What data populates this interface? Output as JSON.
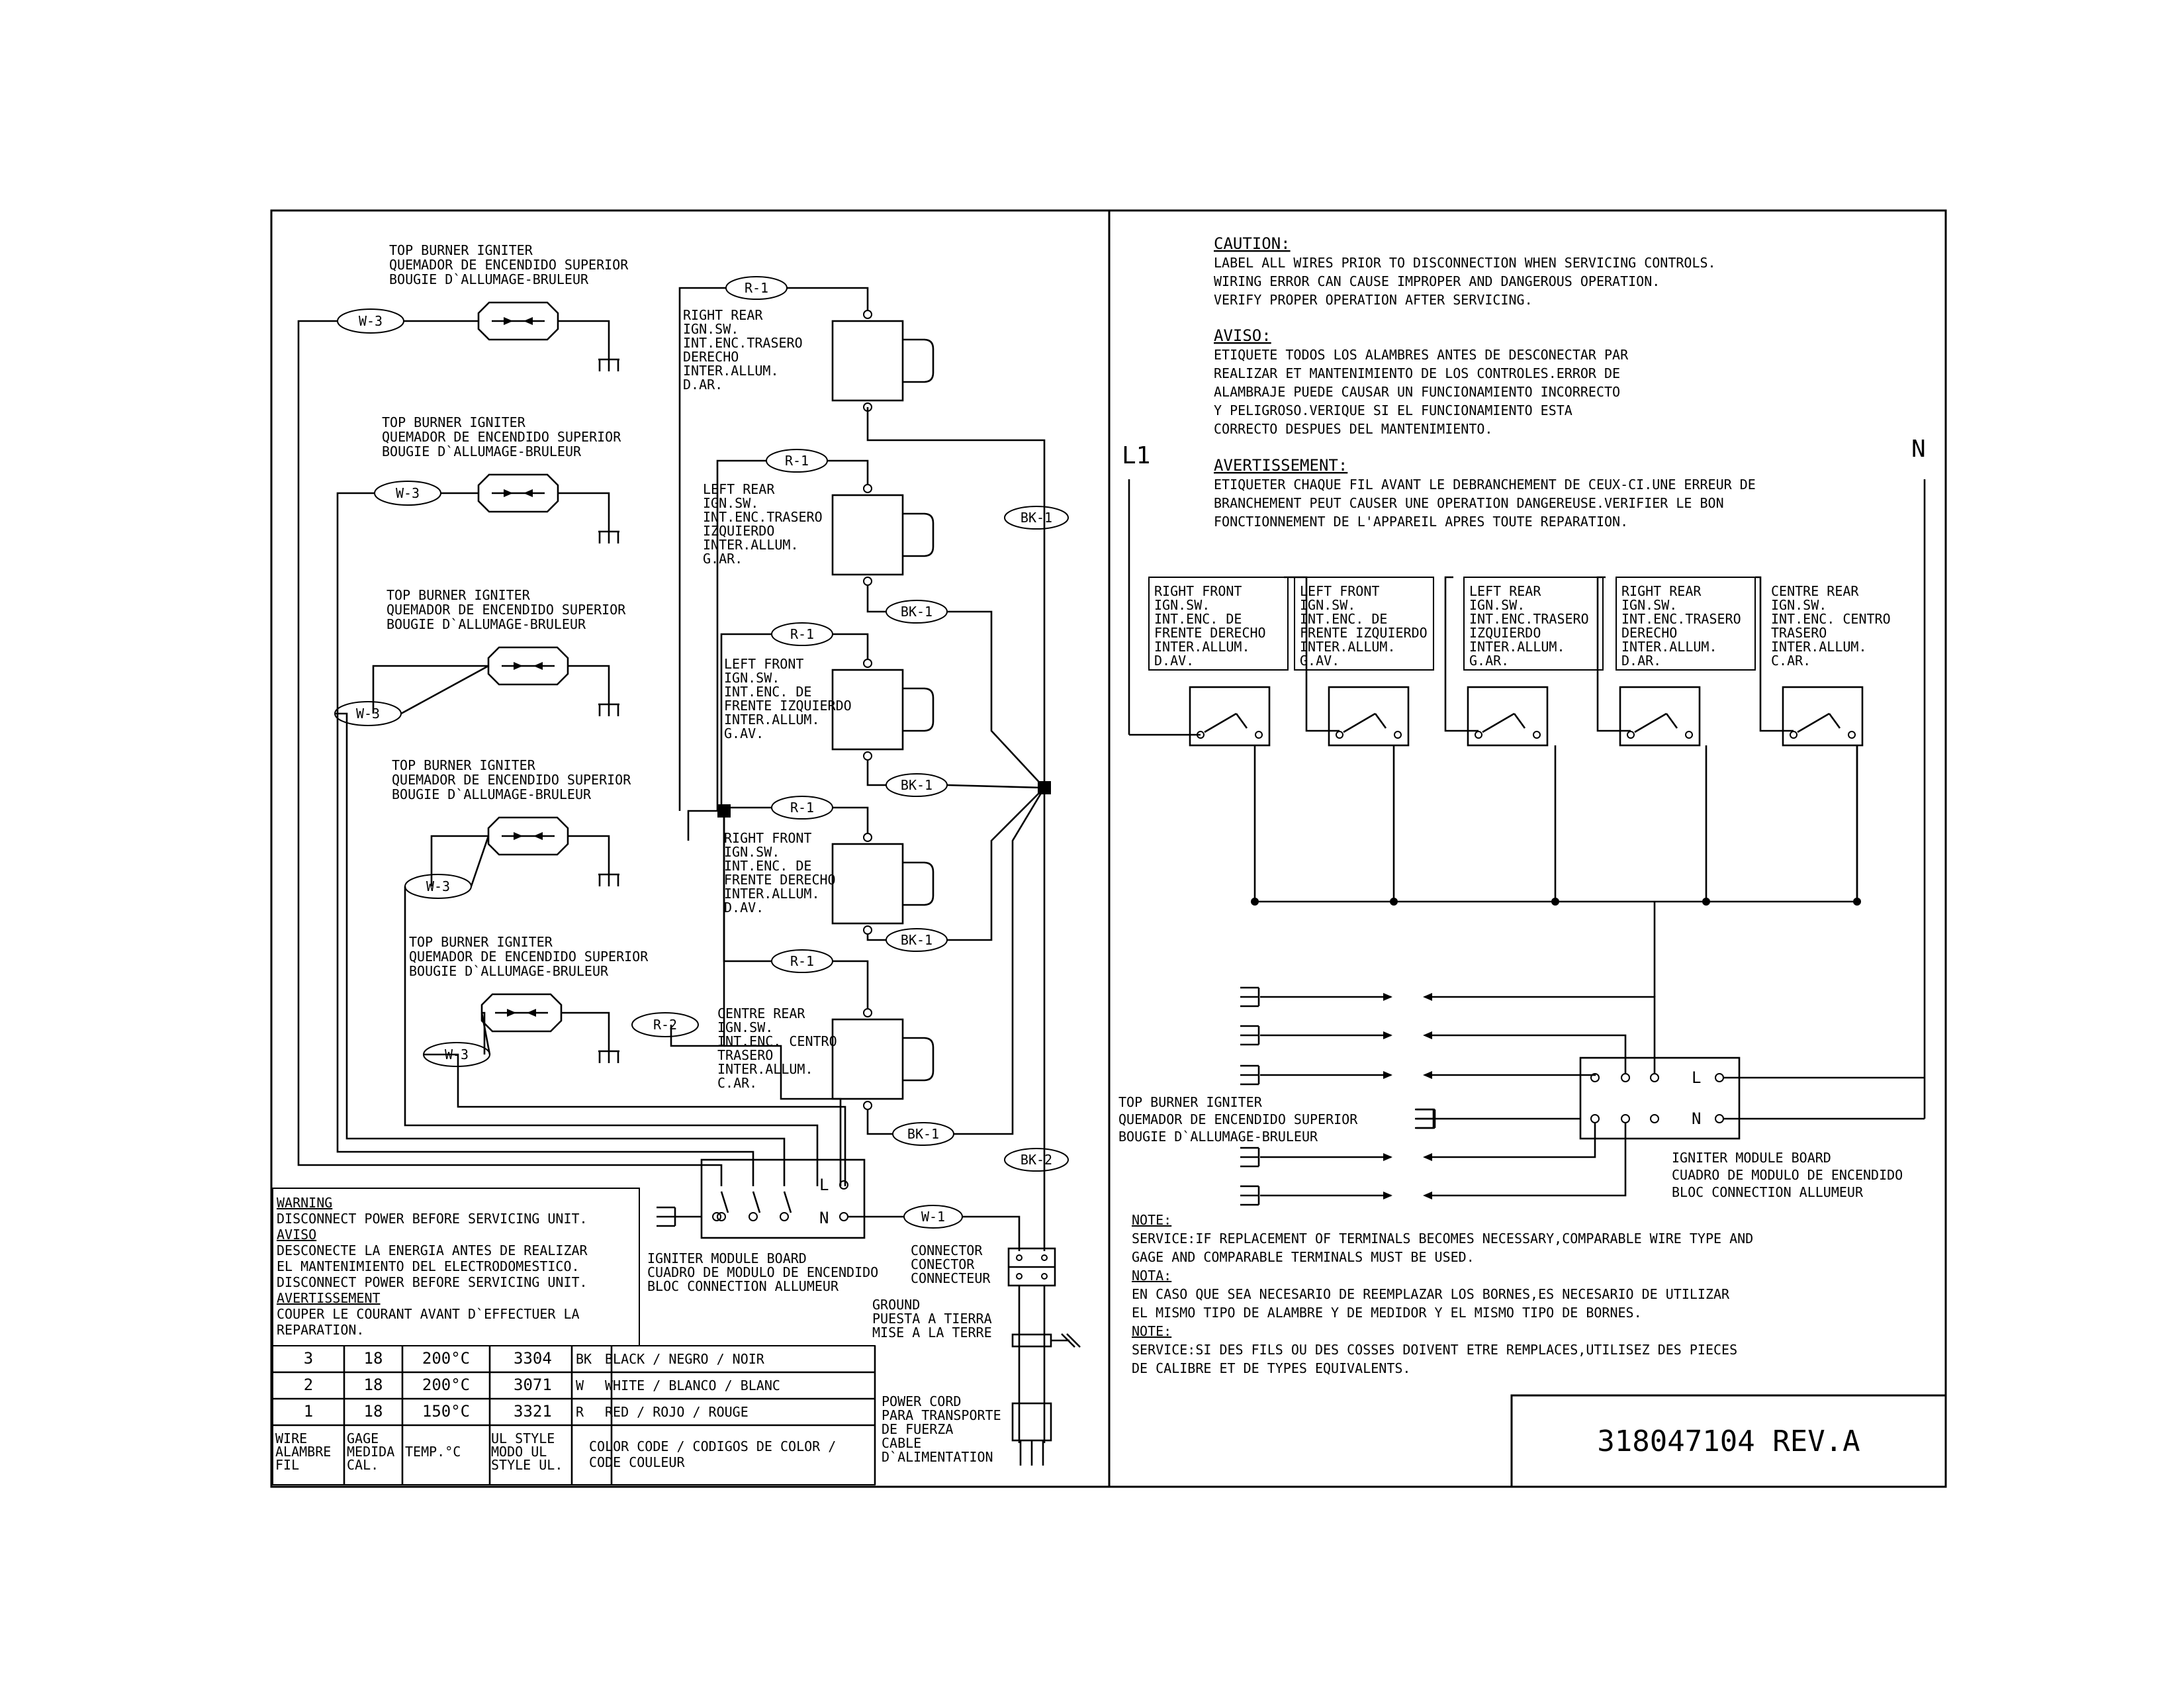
{
  "burners": [
    {
      "t1": "TOP BURNER IGNITER",
      "t2": "QUEMADOR DE ENCENDIDO SUPERIOR",
      "t3": "BOUGIE D`ALLUMAGE-BRULEUR",
      "wire": "W-3"
    },
    {
      "t1": "TOP BURNER IGNITER",
      "t2": "QUEMADOR DE ENCENDIDO SUPERIOR",
      "t3": "BOUGIE D`ALLUMAGE-BRULEUR",
      "wire": "W-3"
    },
    {
      "t1": "TOP BURNER IGNITER",
      "t2": "QUEMADOR DE ENCENDIDO SUPERIOR",
      "t3": "BOUGIE D`ALLUMAGE-BRULEUR",
      "wire": "W-3"
    },
    {
      "t1": "TOP BURNER IGNITER",
      "t2": "QUEMADOR DE ENCENDIDO SUPERIOR",
      "t3": "BOUGIE D`ALLUMAGE-BRULEUR",
      "wire": "W-3"
    },
    {
      "t1": "TOP BURNER IGNITER",
      "t2": "QUEMADOR DE ENCENDIDO SUPERIOR",
      "t3": "BOUGIE D`ALLUMAGE-BRULEUR",
      "wire": "W-3"
    }
  ],
  "switches": [
    {
      "r": "R-1",
      "bk": "",
      "lines": [
        "RIGHT REAR",
        "IGN.SW.",
        "INT.ENC.TRASERO",
        "DERECHO",
        "INTER.ALLUM.",
        "D.AR."
      ]
    },
    {
      "r": "R-1",
      "bk": "BK-1",
      "lines": [
        "LEFT REAR",
        "IGN.SW.",
        "INT.ENC.TRASERO",
        "IZQUIERDO",
        "INTER.ALLUM.",
        "G.AR."
      ]
    },
    {
      "r": "R-1",
      "bk": "BK-1",
      "lines": [
        "LEFT FRONT",
        "IGN.SW.",
        "INT.ENC. DE",
        "FRENTE IZQUIERDO",
        "INTER.ALLUM.",
        "G.AV."
      ]
    },
    {
      "r": "R-1",
      "bk": "BK-1",
      "lines": [
        "RIGHT FRONT",
        "IGN.SW.",
        "INT.ENC. DE",
        "FRENTE DERECHO",
        "INTER.ALLUM.",
        "D.AV."
      ]
    },
    {
      "r": "R-1",
      "bk": "BK-1",
      "lines": [
        "CENTRE REAR",
        "IGN.SW.",
        "INT.ENC. CENTRO",
        "TRASERO",
        "INTER.ALLUM.",
        "C.AR."
      ]
    }
  ],
  "wires": {
    "bk1": "BK-1",
    "bk2": "BK-2",
    "r2": "R-2",
    "w1": "W-1"
  },
  "module": {
    "label_l": "L",
    "label_n": "N",
    "caption": [
      "IGNITER MODULE BOARD",
      "CUADRO DE MODULO DE ENCENDIDO",
      "BLOC CONNECTION ALLUMEUR"
    ]
  },
  "connector": [
    "CONNECTOR",
    "CONECTOR",
    "CONNECTEUR"
  ],
  "ground": [
    "GROUND",
    "PUESTA A TIERRA",
    "MISE A LA TERRE"
  ],
  "power_cord": [
    "POWER CORD",
    "PARA TRANSPORTE",
    "DE FUERZA",
    "CABLE",
    "D`ALIMENTATION"
  ],
  "warning": [
    {
      "text": "WARNING",
      "ul": true
    },
    {
      "text": "DISCONNECT POWER BEFORE SERVICING UNIT.",
      "ul": false
    },
    {
      "text": "AVISO",
      "ul": true
    },
    {
      "text": "DESCONECTE LA ENERGIA ANTES DE REALIZAR",
      "ul": false
    },
    {
      "text": "EL MANTENIMIENTO DEL ELECTRODOMESTICO.",
      "ul": false
    },
    {
      "text": "DISCONNECT POWER BEFORE SERVICING UNIT.",
      "ul": false
    },
    {
      "text": "AVERTISSEMENT",
      "ul": true
    },
    {
      "text": "COUPER LE COURANT AVANT D`EFFECTUER LA",
      "ul": false
    },
    {
      "text": "REPARATION.",
      "ul": false
    }
  ],
  "wire_table": {
    "rows": [
      {
        "wire": "3",
        "gage": "18",
        "temp": "200°C",
        "style": "3304",
        "code": "BK",
        "color": "BLACK /  NEGRO / NOIR"
      },
      {
        "wire": "2",
        "gage": "18",
        "temp": "200°C",
        "style": "3071",
        "code": "W",
        "color": "WHITE / BLANCO / BLANC"
      },
      {
        "wire": "1",
        "gage": "18",
        "temp": "150°C",
        "style": "3321",
        "code": "R",
        "color": "RED / ROJO / ROUGE"
      }
    ],
    "header_wire": [
      "WIRE",
      "ALAMBRE",
      "FIL"
    ],
    "header_gage": [
      "GAGE",
      "MEDIDA",
      "CAL."
    ],
    "header_temp": "TEMP.°C",
    "header_style": [
      "UL STYLE",
      "MODO UL",
      "STYLE UL."
    ],
    "header_color": [
      "COLOR CODE / CODIGOS DE COLOR /",
      "CODE COULEUR"
    ]
  },
  "caution": [
    {
      "text": "CAUTION:",
      "ul": true
    },
    {
      "text": "LABEL ALL WIRES PRIOR TO DISCONNECTION WHEN SERVICING CONTROLS.",
      "ul": false
    },
    {
      "text": "WIRING ERROR CAN CAUSE IMPROPER AND DANGEROUS OPERATION.",
      "ul": false
    },
    {
      "text": "VERIFY PROPER OPERATION AFTER SERVICING.",
      "ul": false
    }
  ],
  "aviso": [
    {
      "text": "AVISO:",
      "ul": true
    },
    {
      "text": "ETIQUETE TODOS LOS ALAMBRES ANTES DE DESCONECTAR PAR",
      "ul": false
    },
    {
      "text": "REALIZAR ET MANTENIMIENTO DE LOS CONTROLES.ERROR DE",
      "ul": false
    },
    {
      "text": "ALAMBRAJE PUEDE CAUSAR UN FUNCIONAMIENTO INCORRECTO",
      "ul": false
    },
    {
      "text": "Y PELIGROSO.VERIQUE SI EL FUNCIONAMIENTO ESTA",
      "ul": false
    },
    {
      "text": "CORRECTO DESPUES DEL MANTENIMIENTO.",
      "ul": false
    }
  ],
  "avert": [
    {
      "text": "AVERTISSEMENT:",
      "ul": true
    },
    {
      "text": "ETIQUETER CHAQUE FIL AVANT LE DEBRANCHEMENT DE CEUX-CI.UNE ERREUR DE",
      "ul": false
    },
    {
      "text": "BRANCHEMENT PEUT CAUSER UNE OPERATION DANGEREUSE.VERIFIER LE BON",
      "ul": false
    },
    {
      "text": "FONCTIONNEMENT DE L'APPAREIL APRES TOUTE REPARATION.",
      "ul": false
    }
  ],
  "schematic": {
    "l1": "L1",
    "n": "N",
    "switches": [
      [
        "RIGHT FRONT",
        "IGN.SW.",
        "INT.ENC. DE",
        "FRENTE DERECHO",
        "INTER.ALLUM.",
        "D.AV."
      ],
      [
        "LEFT FRONT",
        "IGN.SW.",
        "INT.ENC. DE",
        "FRENTE IZQUIERDO",
        "INTER.ALLUM.",
        "G.AV."
      ],
      [
        "LEFT REAR",
        "IGN.SW.",
        "INT.ENC.TRASERO",
        "IZQUIERDO",
        "INTER.ALLUM.",
        "G.AR."
      ],
      [
        "RIGHT REAR",
        "IGN.SW.",
        "INT.ENC.TRASERO",
        "DERECHO",
        "INTER.ALLUM.",
        "D.AR."
      ],
      [
        "CENTRE REAR",
        "IGN.SW.",
        "INT.ENC. CENTRO",
        "TRASERO",
        "INTER.ALLUM.",
        "C.AR."
      ]
    ],
    "igniter": [
      "TOP BURNER IGNITER",
      "QUEMADOR DE ENCENDIDO SUPERIOR",
      "BOUGIE D`ALLUMAGE-BRULEUR"
    ],
    "module_l": "L",
    "module_n": "N",
    "module_caption": [
      "IGNITER MODULE BOARD",
      "CUADRO DE MODULO DE ENCENDIDO",
      "BLOC CONNECTION ALLUMEUR"
    ]
  },
  "notes": [
    {
      "text": "NOTE:",
      "ul": true
    },
    {
      "text": "SERVICE:IF REPLACEMENT OF TERMINALS BECOMES NECESSARY,COMPARABLE WIRE TYPE AND",
      "ul": false
    },
    {
      "text": "GAGE AND COMPARABLE TERMINALS MUST BE USED.",
      "ul": false
    },
    {
      "text": "NOTA:",
      "ul": true
    },
    {
      "text": "EN CASO QUE SEA NECESARIO DE REEMPLAZAR LOS BORNES,ES NECESARIO DE UTILIZAR",
      "ul": false
    },
    {
      "text": "EL MISMO TIPO DE ALAMBRE Y DE MEDIDOR Y EL MISMO TIPO DE BORNES.",
      "ul": false
    },
    {
      "text": "NOTE:",
      "ul": true
    },
    {
      "text": "SERVICE:SI DES FILS OU DES COSSES DOIVENT ETRE REMPLACES,UTILISEZ DES PIECES",
      "ul": false
    },
    {
      "text": "DE CALIBRE ET DE TYPES EQUIVALENTS.",
      "ul": false
    }
  ],
  "part_number": "318047104 REV.A"
}
